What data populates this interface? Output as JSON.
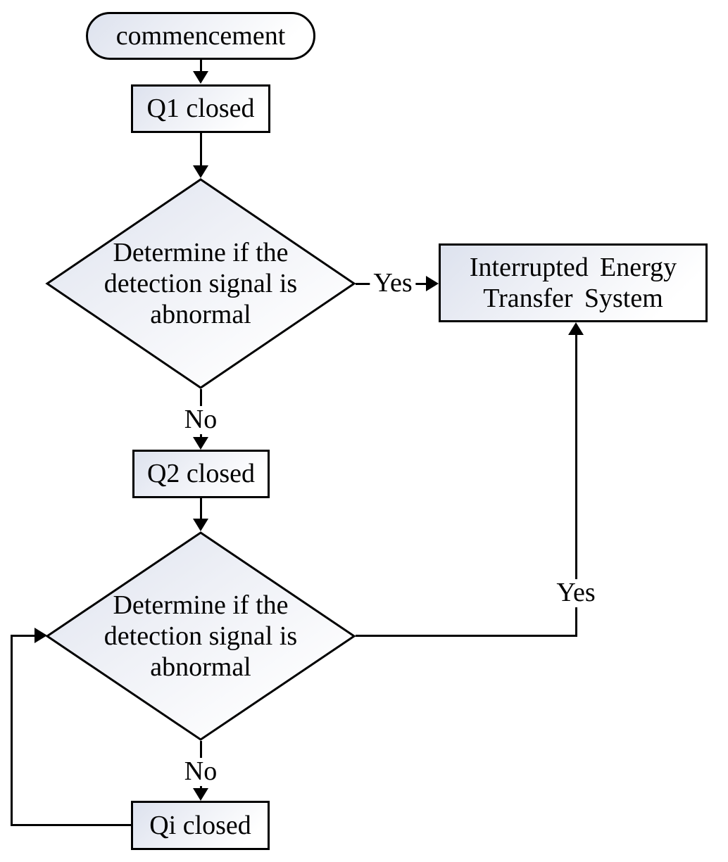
{
  "flowchart": {
    "nodes": {
      "start": {
        "label": "commencement",
        "type": "terminator"
      },
      "q1": {
        "label": "Q1 closed",
        "type": "process"
      },
      "decision1": {
        "label": "Determine if the\ndetection signal is\nabnormal",
        "type": "decision"
      },
      "interrupted_energy": {
        "label": "Interrupted Energy\nTransfer System",
        "type": "process"
      },
      "q2": {
        "label": "Q2 closed",
        "type": "process"
      },
      "decision2": {
        "label": "Determine if the\ndetection signal is\nabnormal",
        "type": "decision"
      },
      "qi": {
        "label": "Qi closed",
        "type": "process"
      }
    },
    "edge_labels": {
      "decision1_yes": "Yes",
      "decision1_no": "No",
      "decision2_yes": "Yes",
      "decision2_no": "No"
    },
    "colors": {
      "stroke": "#000000",
      "text": "#000000",
      "node_fill_dark": "#dde2ee",
      "node_fill_light": "#ffffff",
      "background": "#ffffff"
    }
  }
}
